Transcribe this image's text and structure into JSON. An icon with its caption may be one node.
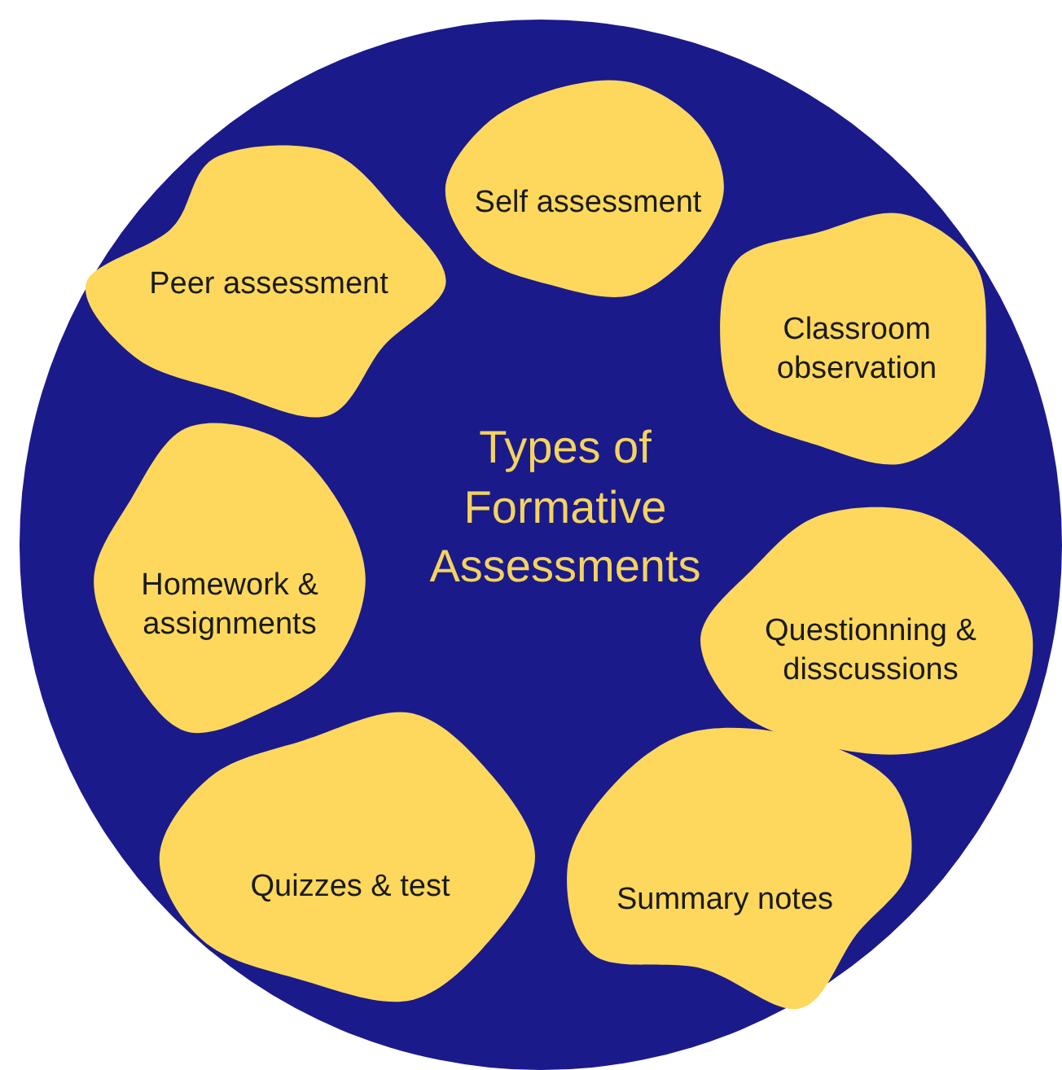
{
  "diagram": {
    "nodes": [
      {
        "text": [
          "Types of Formative Assessments"
        ]
      },
      {
        "text": [
          "Self assessment"
        ],
        "in": 0
      },
      {
        "text": [
          "Peer assessment"
        ],
        "in": 0
      },
      {
        "text": [
          "Classroom observation"
        ],
        "in": 0
      },
      {
        "text": [
          "Homework & assignments"
        ],
        "in": 0
      },
      {
        "text": [
          "Questionning & disscussions"
        ],
        "in": 0
      },
      {
        "text": [
          "Quizzes & test"
        ],
        "in": 0
      },
      {
        "text": [
          "Summary notes"
        ],
        "in": 0
      }
    ]
  }
}
